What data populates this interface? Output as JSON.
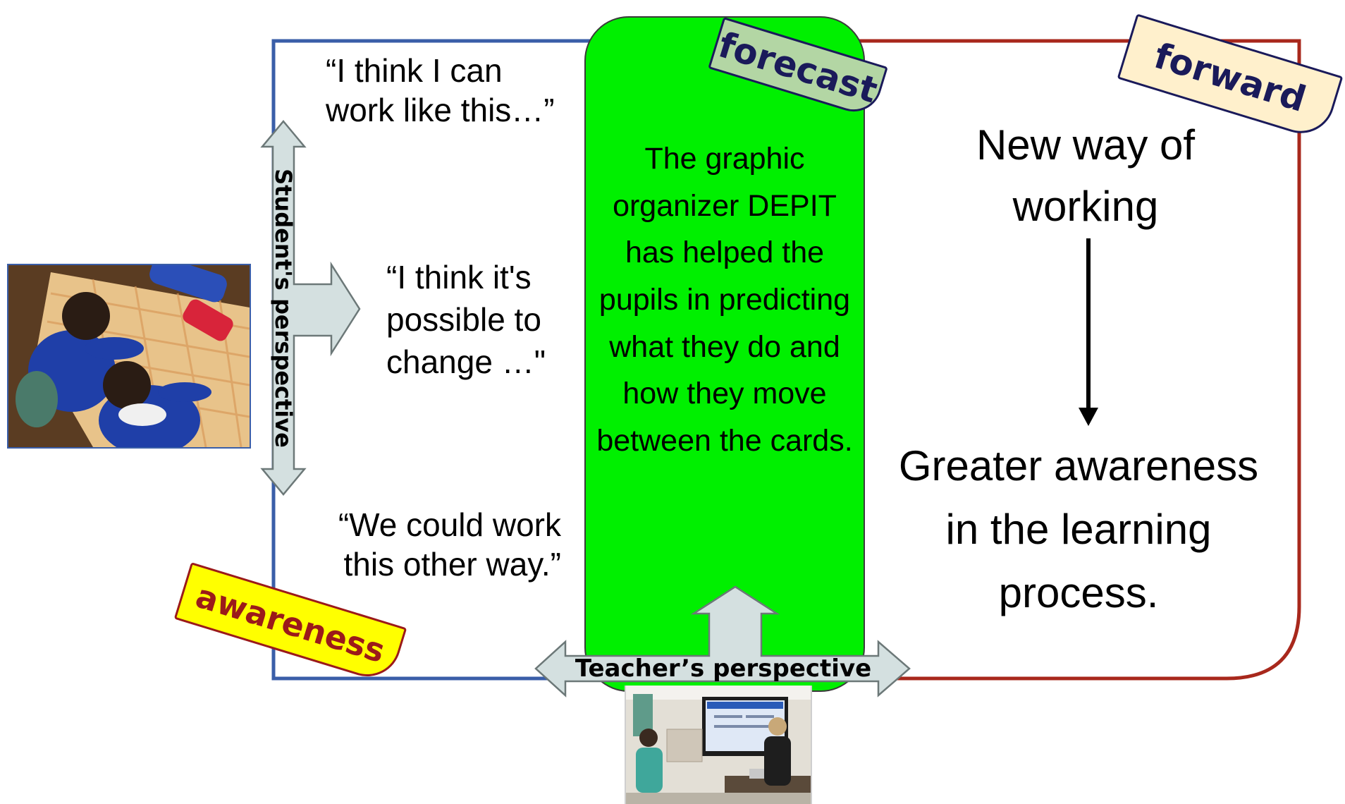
{
  "tags": {
    "forecast": "forecast",
    "forward": "forward",
    "awareness": "awareness"
  },
  "student": {
    "axis_label": "Student's perspective",
    "quotes": [
      "“I think I can work like this…”",
      "“I think it's possible to change …\"",
      "“We could work this other way.”"
    ]
  },
  "teacher": {
    "axis_label": "Teacher’s perspective"
  },
  "center": {
    "text": "The graphic organizer DEPIT has helped the pupils in predicting  what they do and how they move between the cards."
  },
  "right": {
    "top": "New way of working",
    "bottom": "Greater awareness in the learning process."
  },
  "colors": {
    "blue_frame": "#3a5ea8",
    "red_frame": "#a8281c",
    "green_panel": "#00f000",
    "forecast_tag": "#b3d6a4",
    "forward_tag": "#fff0cc",
    "awareness_tag": "#ffff00",
    "awareness_text": "#9b1a1a",
    "arrow_fill": "#d4e0e0"
  }
}
